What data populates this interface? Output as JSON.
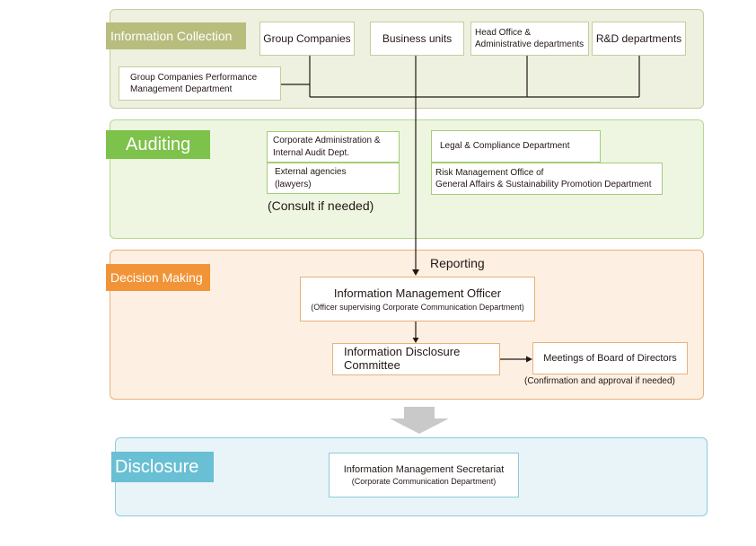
{
  "sections": {
    "collection": {
      "label": "Information Collection"
    },
    "auditing": {
      "label": "Auditing"
    },
    "decision": {
      "label": "Decision Making"
    },
    "disclosure": {
      "label": "Disclosure"
    }
  },
  "collection": {
    "group_companies": "Group Companies",
    "business_units": "Business units",
    "head_office_line1": "Head Office &",
    "head_office_line2": "Administrative departments",
    "rd": "R&D departments",
    "performance_line1": "Group Companies Performance",
    "performance_line2": "Management Department"
  },
  "auditing": {
    "corp_admin_line1": "Corporate Administration &",
    "corp_admin_line2": "Internal Audit Dept.",
    "external_line1": "External agencies",
    "external_line2": "(lawyers)",
    "consult_note": "(Consult if needed)",
    "legal": "Legal & Compliance Department",
    "risk_line1": "Risk Management Office of",
    "risk_line2": "General Affairs & Sustainability Promotion Department"
  },
  "decision": {
    "reporting": "Reporting",
    "imo_title": "Information Management Officer",
    "imo_sub": "(Officer supervising Corporate Communication Department)",
    "committee_line1": "Information Disclosure",
    "committee_line2": "Committee",
    "board": "Meetings of Board of Directors",
    "board_note": "(Confirmation and approval if needed)"
  },
  "disclosure": {
    "secretariat_title": "Information Management Secretariat",
    "secretariat_sub": "(Corporate Communication Department)"
  },
  "colors": {
    "collection": "#b8bd7e",
    "auditing": "#7dc24a",
    "decision": "#f19437",
    "disclosure": "#69bfd3",
    "flow_arrow": "#c9c9c9"
  }
}
